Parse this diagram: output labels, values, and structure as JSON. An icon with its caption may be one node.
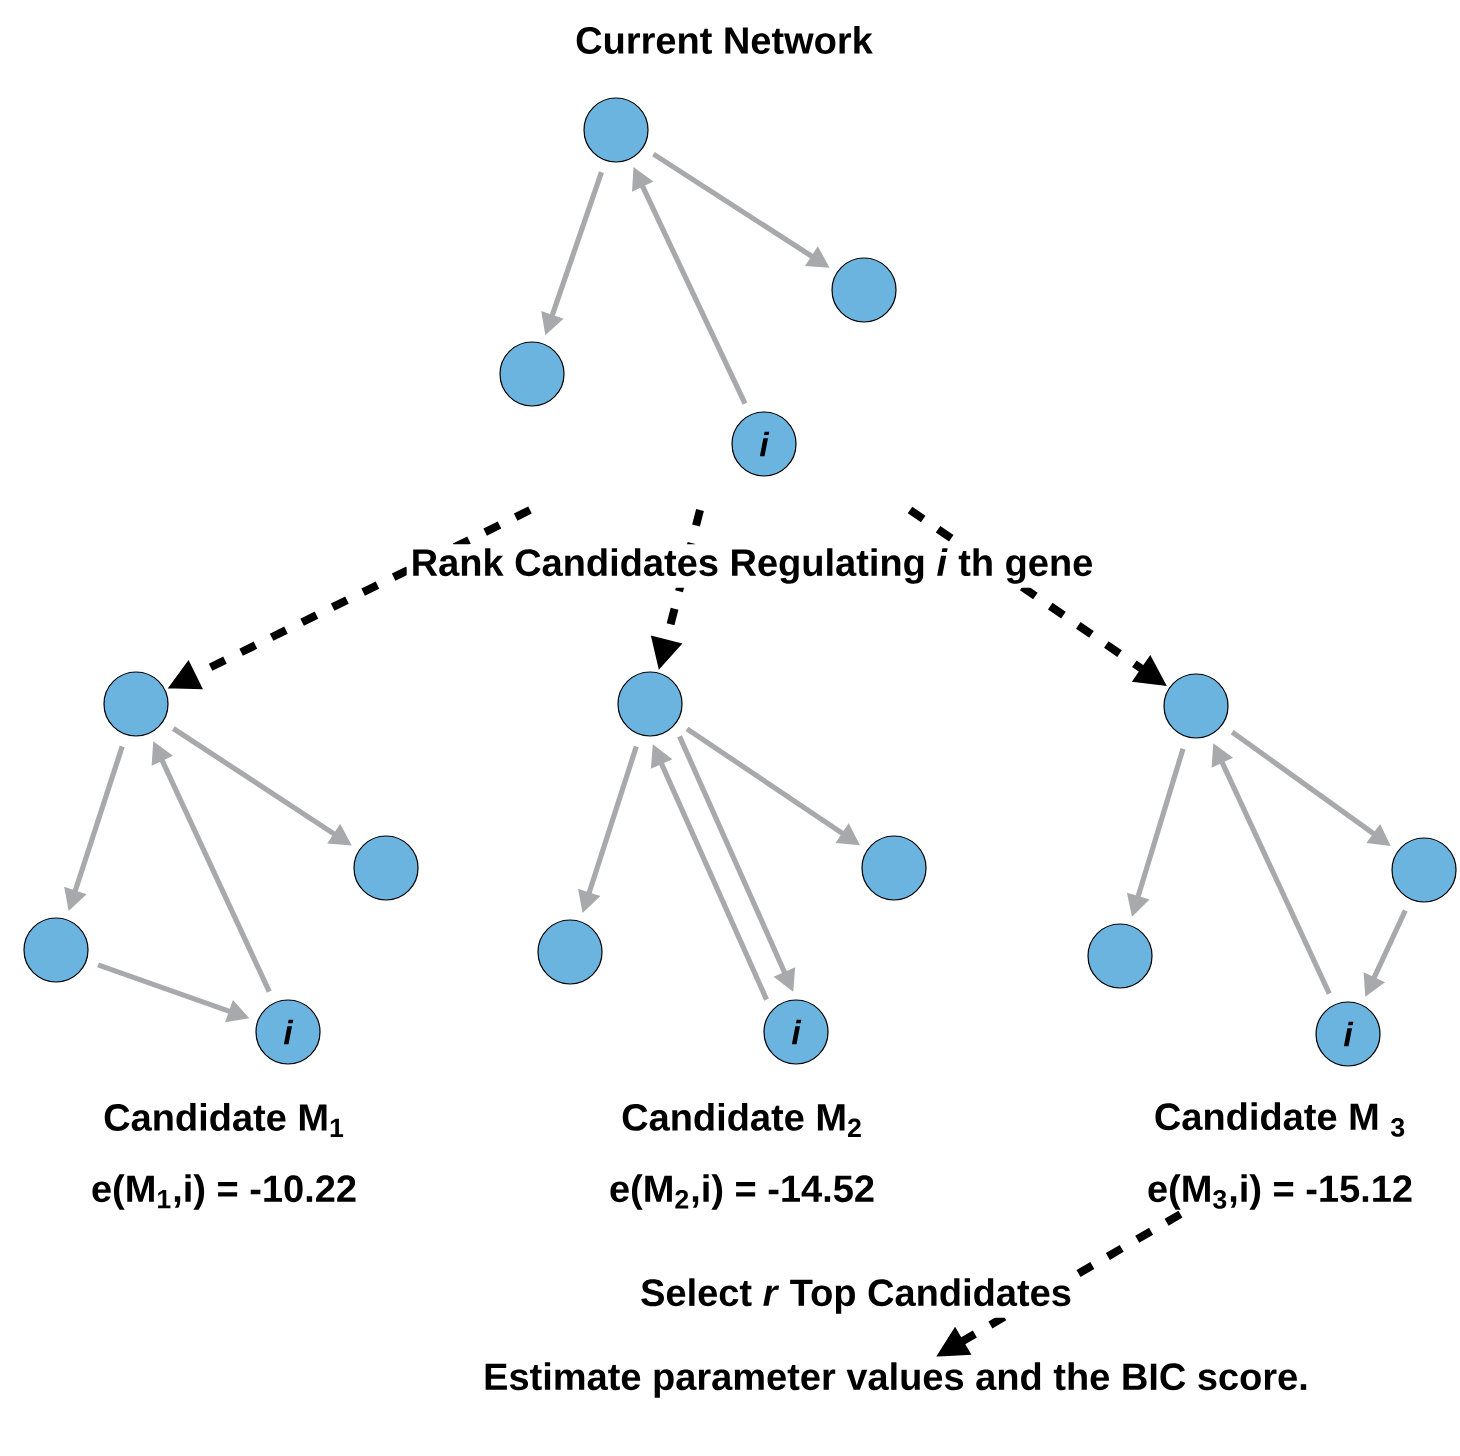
{
  "diagram": {
    "title": "Current Network",
    "nodes": [
      {
        "text": [],
        "shape": "circle"
      },
      {
        "text": [],
        "shape": "circle"
      },
      {
        "text": [],
        "shape": "circle"
      },
      {
        "text": [
          "i"
        ]
      },
      {
        "text": [],
        "shape": "circle"
      },
      {
        "text": [],
        "shape": "circle"
      },
      {
        "text": [],
        "shape": "circle"
      },
      {
        "text": [
          "i"
        ]
      },
      {
        "text": [],
        "shape": "circle"
      },
      {
        "text": [],
        "shape": "circle"
      },
      {
        "text": [],
        "shape": "circle"
      },
      {
        "text": [
          "i"
        ]
      },
      {
        "text": [],
        "shape": "circle"
      },
      {
        "text": [],
        "shape": "circle"
      },
      {
        "text": [],
        "shape": "circle"
      },
      {
        "text": [
          "i"
        ]
      },
      {
        "text": [
          "Candidate M $_{3}$",
          "e(M$_{3}$,i) = -15.12"
        ]
      },
      {
        "text": [
          "Estimate parameter values and the BIC score."
        ]
      }
    ],
    "edges": [
      {
        "from": 0,
        "to": 1,
        "arrow": "to"
      },
      {
        "from": 0,
        "to": 2,
        "arrow": "to"
      },
      {
        "from": 3,
        "to": 0,
        "arrow": "to"
      },
      {
        "from": 4,
        "to": 5,
        "arrow": "to"
      },
      {
        "from": 4,
        "to": 6,
        "arrow": "to"
      },
      {
        "from": 7,
        "to": 4,
        "arrow": "to"
      },
      {
        "from": 5,
        "to": 7,
        "arrow": "to"
      },
      {
        "from": 8,
        "to": 9,
        "arrow": "to"
      },
      {
        "from": 8,
        "to": 10,
        "arrow": "to"
      },
      {
        "from": 11,
        "to": 8,
        "arrow": "to"
      },
      {
        "from": 8,
        "to": 11,
        "arrow": "to"
      },
      {
        "from": 12,
        "to": 13,
        "arrow": "to"
      },
      {
        "from": 12,
        "to": 14,
        "arrow": "to"
      },
      {
        "from": 15,
        "to": 12,
        "arrow": "to"
      },
      {
        "from": 14,
        "to": 15,
        "arrow": "to"
      },
      {
        "from": null,
        "to": 4,
        "arrow": "to",
        "style": "dashed",
        "color": "#000000"
      },
      {
        "from": null,
        "to": 8,
        "arrow": "to",
        "style": "dashed",
        "color": "#000000"
      },
      {
        "from": null,
        "to": 12,
        "arrow": "to",
        "style": "dashed",
        "color": "#000000"
      },
      {
        "from": 16,
        "to": 17,
        "arrow": "to",
        "label": "Select *r* Top Candidates",
        "style": "dashed",
        "color": "#000000"
      }
    ],
    "labels": [
      "Rank Candidates Regulating *i* th gene",
      "Candidate M$_{1}$",
      "e(M$_{1}$,i) = -10.22",
      "Candidate M$_{2}$",
      "e(M$_{2}$,i) = -14.52"
    ]
  }
}
